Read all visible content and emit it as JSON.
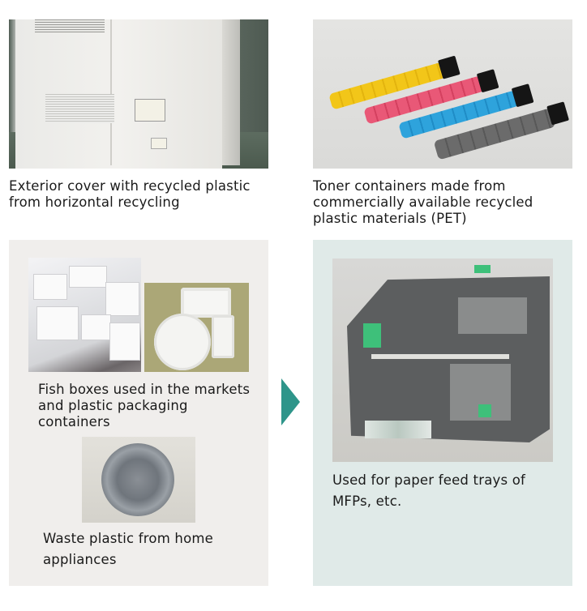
{
  "top_row": {
    "left": {
      "image": "printer-exterior-photo",
      "caption_lines": [
        "Exterior cover with recycled plastic",
        "from horizontal recycling"
      ]
    },
    "right": {
      "image": "toner-containers-photo",
      "caption_lines": [
        "Toner containers made from",
        "commercially available recycled",
        "plastic materials (PET)"
      ]
    }
  },
  "bottom_row": {
    "source_box": {
      "background": "#f0eeec",
      "items": [
        {
          "images": [
            "fish-boxes-photo",
            "plastic-trays-photo"
          ],
          "caption_lines": [
            "Fish boxes used in the markets",
            "and plastic packaging",
            "containers"
          ]
        },
        {
          "images": [
            "waste-plastic-photo"
          ],
          "caption_lines": [
            "Waste plastic from home",
            "appliances"
          ]
        }
      ]
    },
    "arrow": {
      "icon": "right-triangle-arrow",
      "color": "#2e958a"
    },
    "result_box": {
      "background": "#e0eae8",
      "image": "paper-feed-tray-photo",
      "caption_lines": [
        "Used for paper feed trays of",
        "MFPs, etc."
      ]
    }
  }
}
